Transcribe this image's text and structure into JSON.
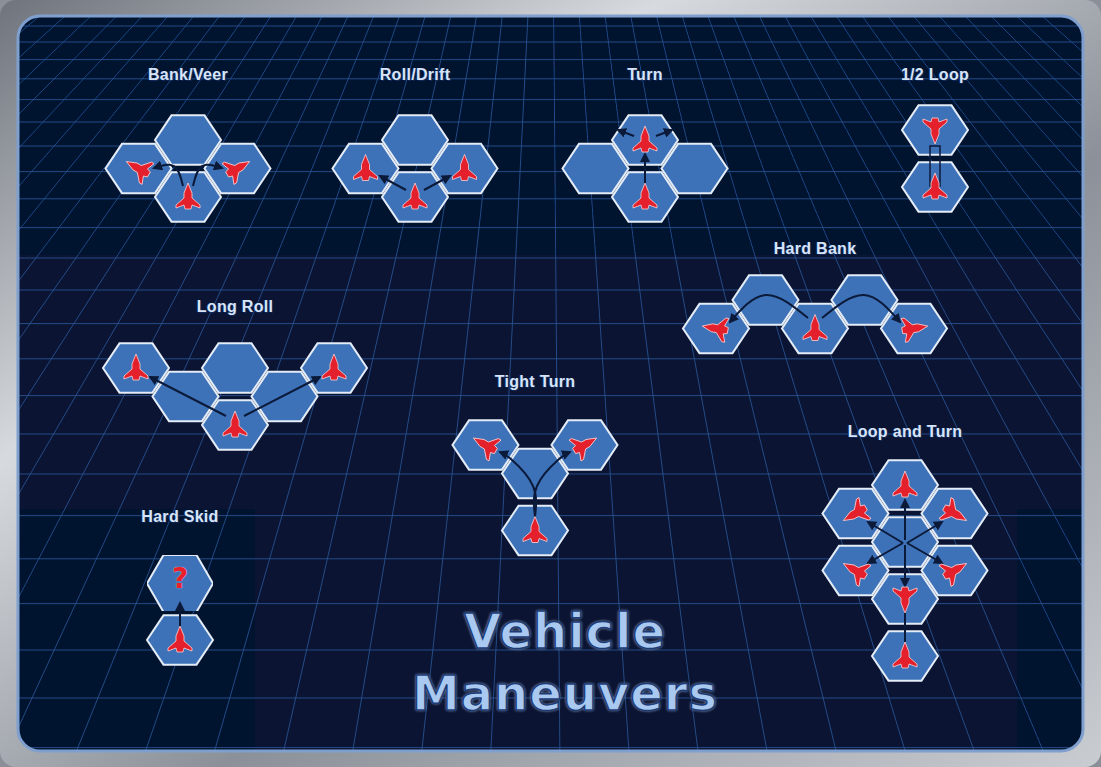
{
  "diagram": {
    "title": "Vehicle Maneuvers",
    "nodes": [
      {
        "text": [
          "?"
        ]
      }
    ],
    "labels": [
      "Bank/Veer",
      "Roll/Drift",
      "Turn",
      "1/2 Loop",
      "Hard Bank",
      "Long Roll",
      "Tight Turn",
      "Loop and Turn",
      "Hard Skid"
    ]
  }
}
